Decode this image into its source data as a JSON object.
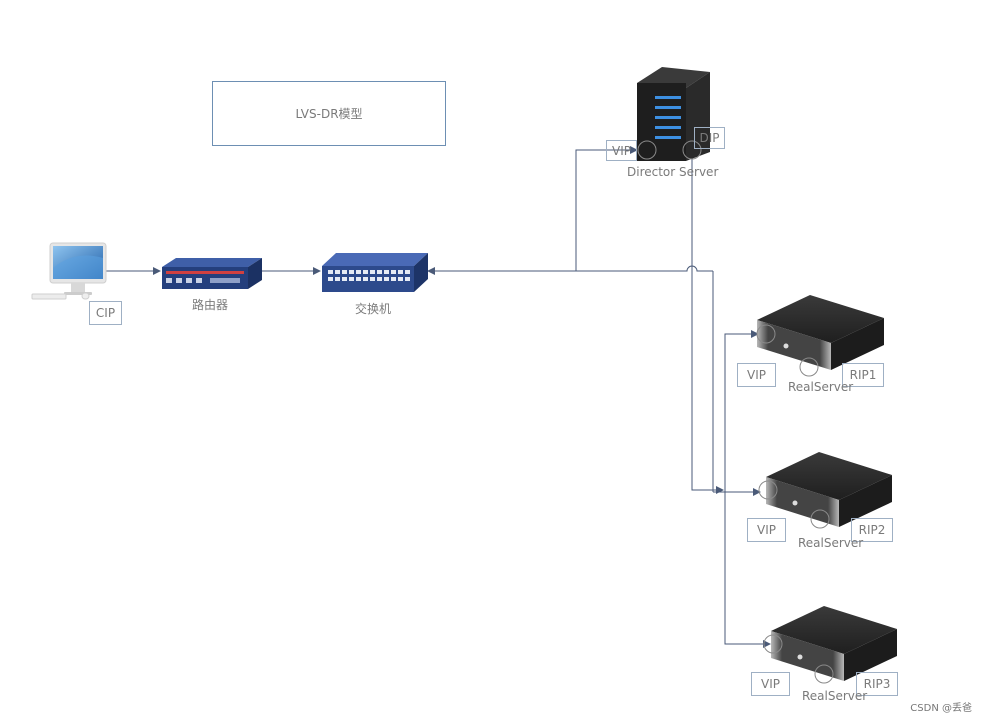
{
  "title": "LVS-DR模型",
  "client": {
    "ip_label": "CIP"
  },
  "router": {
    "label": "路由器"
  },
  "switch": {
    "label": "交换机"
  },
  "director": {
    "name": "Director Server",
    "vip_label": "VIP",
    "dip_label": "DIP"
  },
  "real_servers": [
    {
      "name": "RealServer",
      "vip_label": "VIP",
      "rip_label": "RIP1"
    },
    {
      "name": "RealServer",
      "vip_label": "VIP",
      "rip_label": "RIP2"
    },
    {
      "name": "RealServer",
      "vip_label": "VIP",
      "rip_label": "RIP3"
    }
  ],
  "watermark": "CSDN @丢爸",
  "colors": {
    "line": "#4a5a78",
    "box_border": "#9fb0c4",
    "title_border": "#6d8fb3",
    "device_blue": "#2d4a8c",
    "server_dark": "#2e2e2e",
    "director_black": "#1e1e1e",
    "director_led": "#3d8fe0"
  }
}
